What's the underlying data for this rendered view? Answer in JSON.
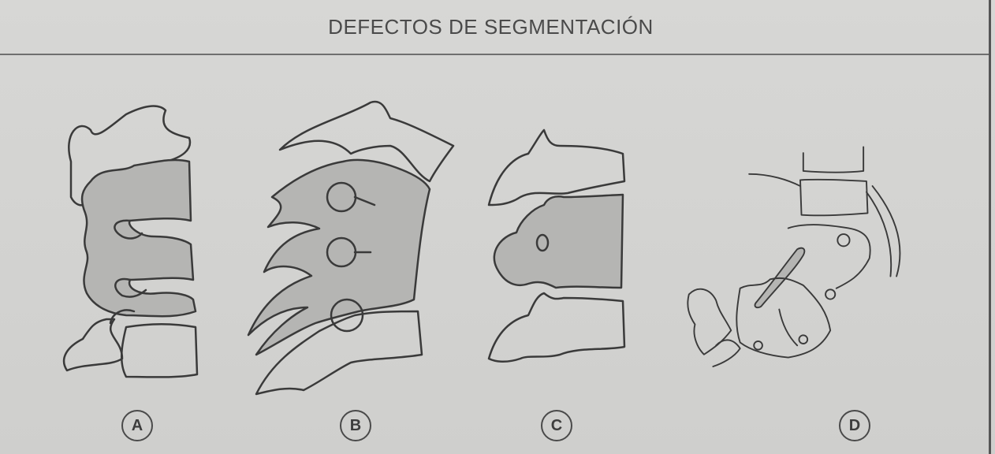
{
  "title": "DEFECTOS DE SEGMENTACIÓN",
  "labels": [
    "A",
    "B",
    "C",
    "D"
  ],
  "colors": {
    "background": "#d5d5d3",
    "line": "#3a3a3a",
    "shaded": "#b5b5b3"
  }
}
